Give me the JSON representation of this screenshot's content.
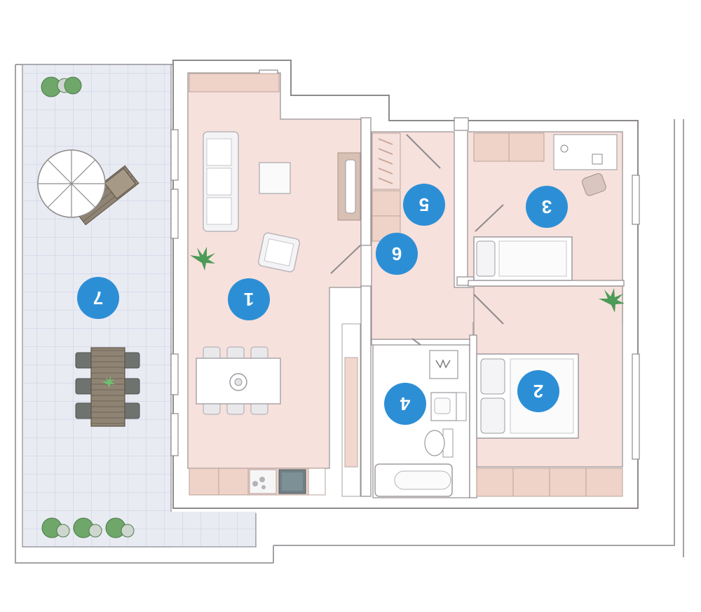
{
  "floor_plan": {
    "orientation": "rotated-180",
    "colors": {
      "room_fill": "#f7e1dc",
      "wall": "#ffffff",
      "wall_stroke": "#8e8a8c",
      "terrace_fill": "#e9ebf3",
      "terrace_grid": "#c9cfe0",
      "badge": "#2c8fd6",
      "badge_text": "#ffffff",
      "cabinet": "#efd3c8",
      "plant": "#5aa455"
    },
    "rooms": [
      {
        "number": "1",
        "type": "living-dining-kitchen"
      },
      {
        "number": "2",
        "type": "bedroom"
      },
      {
        "number": "3",
        "type": "bedroom"
      },
      {
        "number": "4",
        "type": "bathroom"
      },
      {
        "number": "5",
        "type": "hall"
      },
      {
        "number": "6",
        "type": "hall"
      },
      {
        "number": "7",
        "type": "terrace"
      }
    ]
  }
}
